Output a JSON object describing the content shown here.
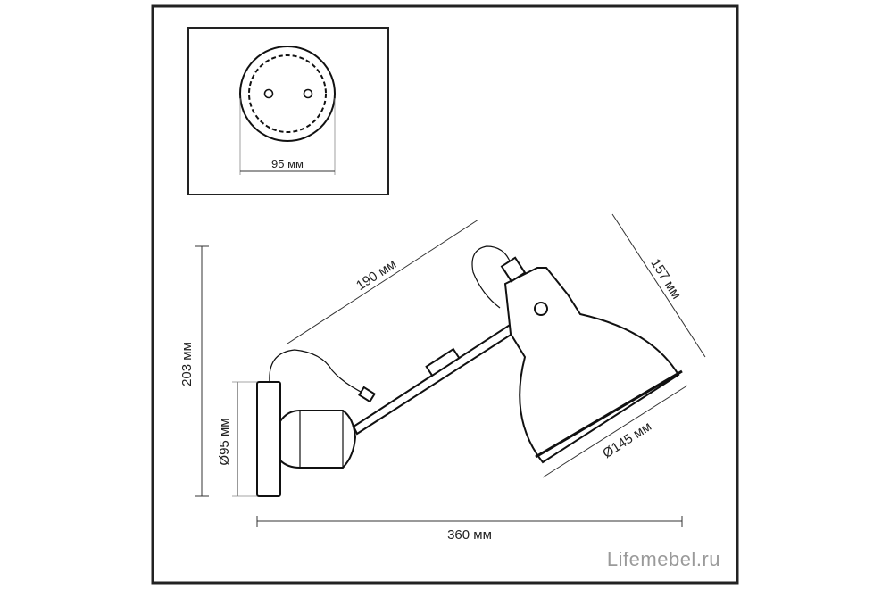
{
  "watermark": "Lifemebel.ru",
  "dimensions": {
    "plate_width": "95 мм",
    "arm_length": "190 мм",
    "shade_height": "157 мм",
    "total_height": "203 мм",
    "base_diameter": "Ø95 мм",
    "shade_diameter": "Ø145 мм",
    "total_length": "360 мм"
  }
}
